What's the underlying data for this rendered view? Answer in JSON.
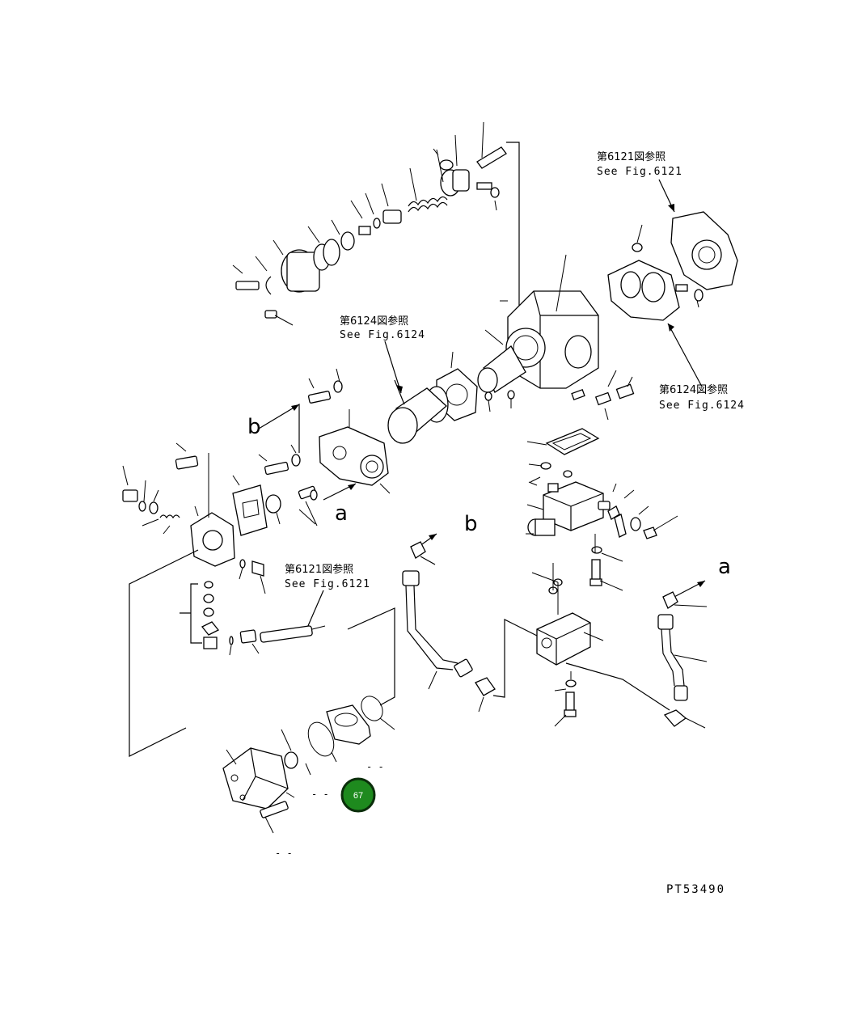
{
  "references": {
    "fig6121_top": {
      "jp": "第6121図参照",
      "en": "See Fig.6121"
    },
    "fig6124_mid": {
      "jp": "第6124図参照",
      "en": "See Fig.6124"
    },
    "fig6124_right": {
      "jp": "第6124図参照",
      "en": "See Fig.6124"
    },
    "fig6121_low": {
      "jp": "第6121図参照",
      "en": "See Fig.6121"
    }
  },
  "connection_labels": {
    "b_left": "b",
    "a_left": "a",
    "b_mid": "b",
    "a_right": "a"
  },
  "callout": {
    "number": "67",
    "color": "#1e8a1e"
  },
  "placeholders": {
    "p1": "- -",
    "p2": "- -",
    "p3": "- -"
  },
  "drawing_code": "PT53490"
}
